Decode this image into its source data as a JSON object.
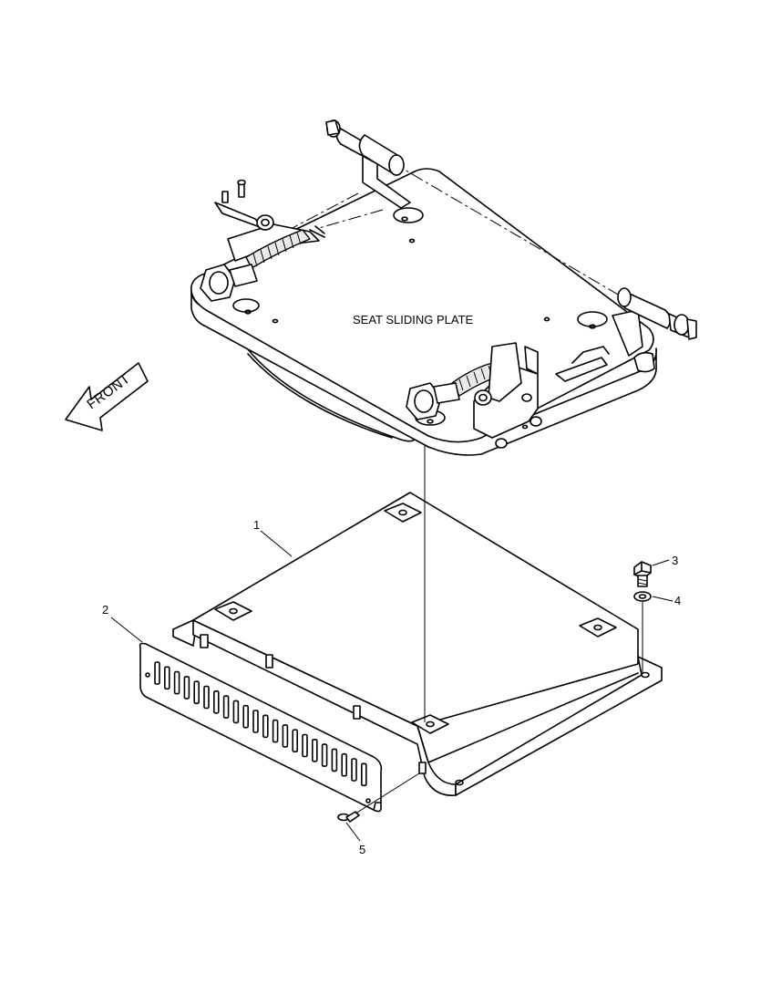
{
  "labels": {
    "seat_plate": "SEAT SLIDING PLATE",
    "front": "FRONT"
  },
  "callouts": [
    "1",
    "2",
    "3",
    "4",
    "5"
  ]
}
